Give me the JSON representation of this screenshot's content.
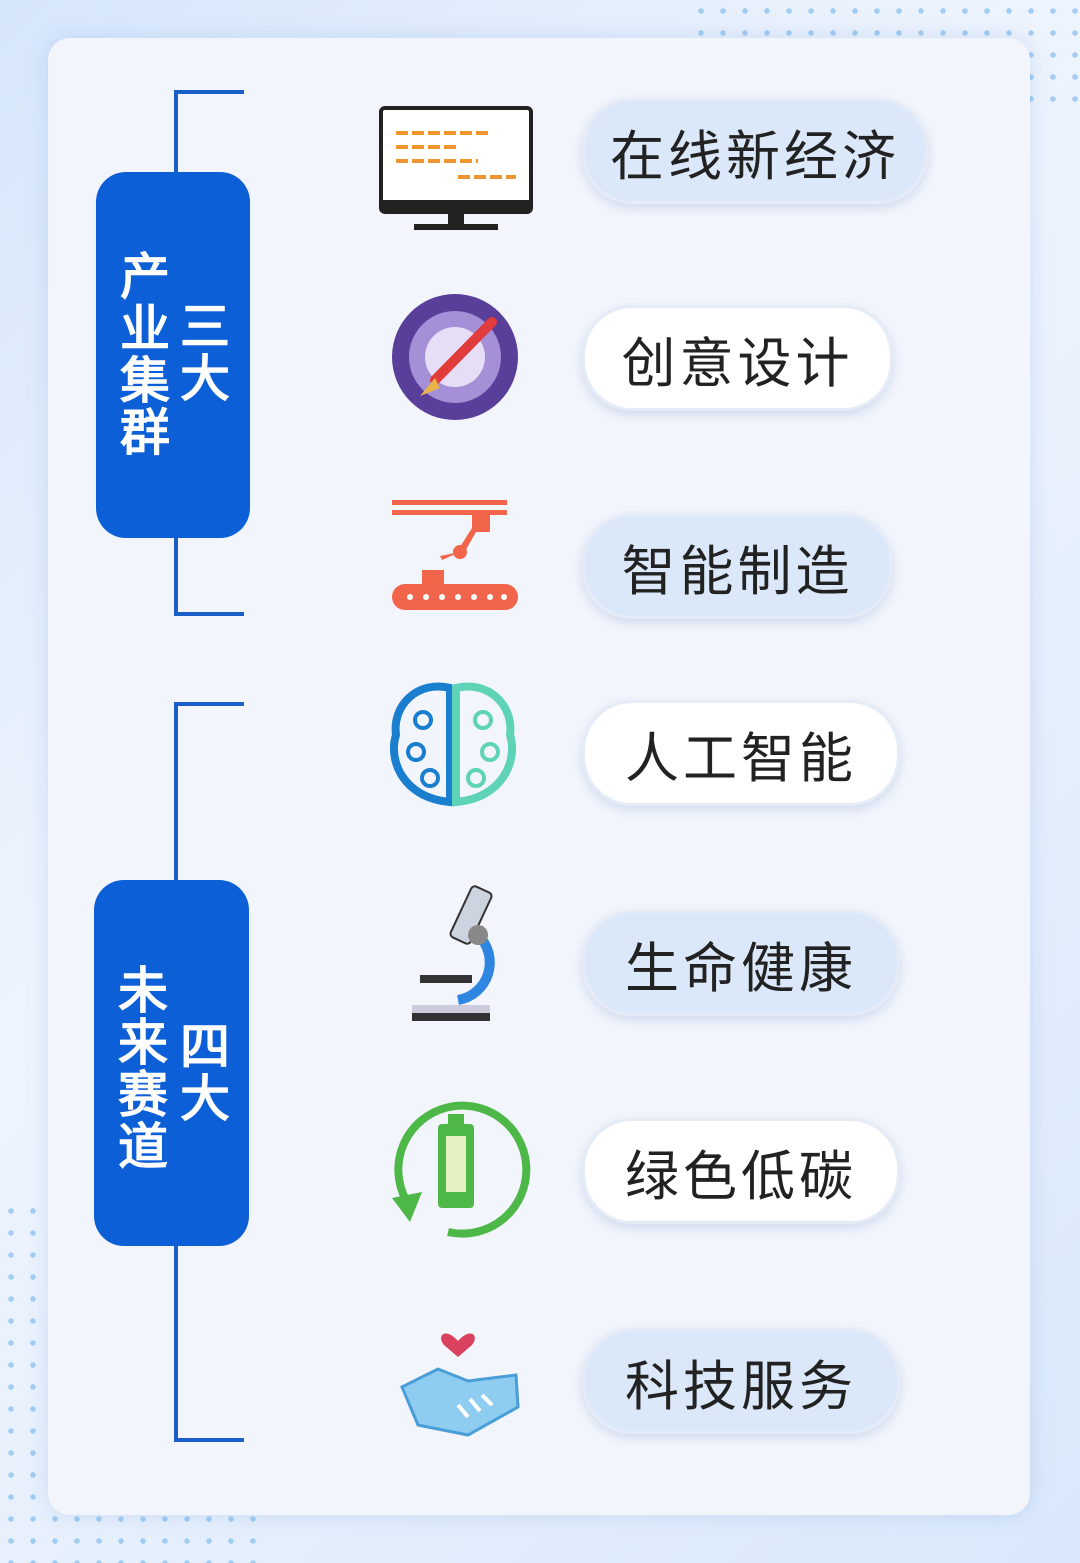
{
  "groups": [
    {
      "count_label": "三大",
      "name": "产业集群"
    },
    {
      "count_label": "四大",
      "name": "未来赛道"
    }
  ],
  "items": [
    {
      "label": "在线新经济",
      "icon": "computer-monitor-icon"
    },
    {
      "label": "创意设计",
      "icon": "paintbrush-icon"
    },
    {
      "label": "智能制造",
      "icon": "robot-arm-icon"
    },
    {
      "label": "人工智能",
      "icon": "brain-circuit-icon"
    },
    {
      "label": "生命健康",
      "icon": "microscope-icon"
    },
    {
      "label": "绿色低碳",
      "icon": "recycle-battery-icon"
    },
    {
      "label": "科技服务",
      "icon": "handshake-heart-icon"
    }
  ],
  "colors": {
    "accent": "#0c5fd6",
    "pill_blue": "#dbe8fa"
  }
}
